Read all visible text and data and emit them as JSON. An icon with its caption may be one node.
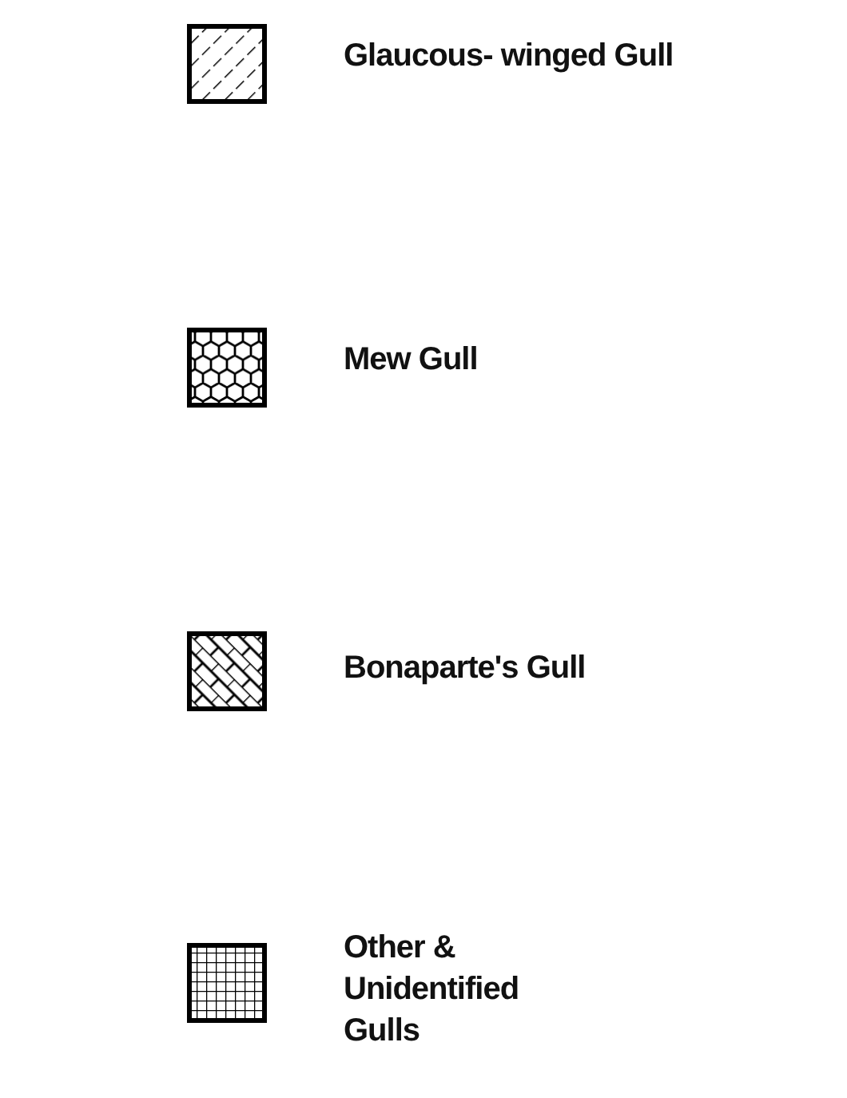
{
  "diagram": {
    "legend": [
      {
        "text": "Glaucous- winged Gull"
      },
      {
        "text": "Mew Gull"
      },
      {
        "text": "Bonaparte's Gull"
      },
      {
        "text": "Other & Unidentified Gulls"
      }
    ]
  }
}
